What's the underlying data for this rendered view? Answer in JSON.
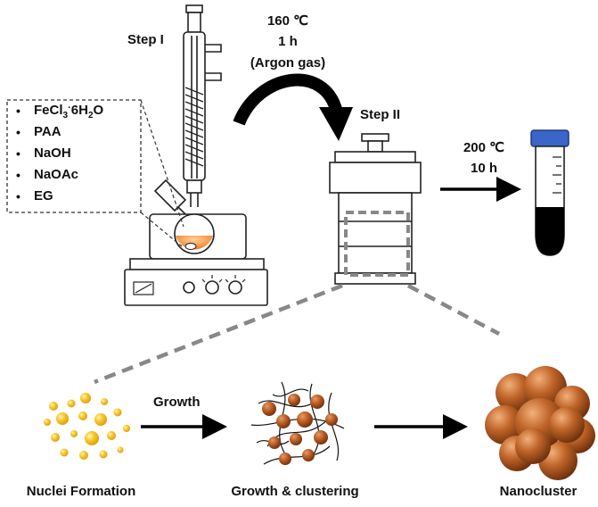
{
  "step1_label": "Step I",
  "step2_label": "Step II",
  "condition1": {
    "temperature": "160 ℃",
    "time": "1 h",
    "atmosphere": "(Argon gas)"
  },
  "condition2": {
    "temperature": "200 ℃",
    "time": "10 h"
  },
  "reagents": {
    "fecl3": {
      "a": "FeCl",
      "b": "3",
      "c": "·",
      "d": "6H",
      "e": "2",
      "f": "O"
    },
    "paa": "PAA",
    "naoh": "NaOH",
    "naoac": "NaOAc",
    "eg": "EG"
  },
  "growth_label": "Growth",
  "stages": [
    "Nuclei Formation",
    "Growth & clustering",
    "Nanocluster"
  ],
  "colors": {
    "solution": "#f08a2a",
    "nuclei": "#f2b516",
    "particle": "#a8521c",
    "tube_cap": "#3a66c8"
  }
}
